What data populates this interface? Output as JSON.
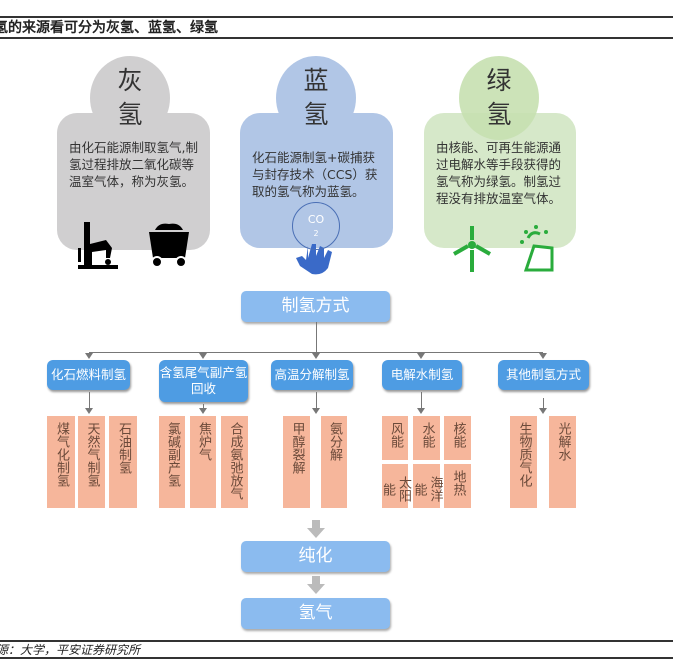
{
  "title": "氢的来源看可分为灰氢、蓝氢、绿氢",
  "hydrogen_types": [
    {
      "name": "灰氢",
      "name_top": "灰",
      "name_bottom": "氢",
      "desc": "由化石能源制取氢气,制氢过程排放二氧化碳等温室气体，称为灰氢。",
      "color": "#d0cfd0"
    },
    {
      "name": "蓝氢",
      "name_top": "蓝",
      "name_bottom": "氢",
      "desc": "化石能源制氢+碳捕获与封存技术（CCS）获取的氢气称为蓝氢。",
      "co2_label": "CO",
      "co2_sub": "2",
      "color": "#b1c6e6"
    },
    {
      "name": "绿氢",
      "name_top": "绿",
      "name_bottom": "氢",
      "desc": "由核能、可再生能源通过电解水等手段获得的氢气称为绿氢。制氢过程没有排放温室气体。",
      "color": "#d6e8c9"
    }
  ],
  "flow": {
    "root": "制氢方式",
    "categories": [
      {
        "label": "化石燃料制氢",
        "items": [
          "煤气化制氢",
          "天然气制氢",
          "石油制氢"
        ]
      },
      {
        "label": "含氢尾气副产氢回收",
        "items": [
          "氯碱副产氢",
          "焦炉气",
          "合成氨弛放气"
        ]
      },
      {
        "label": "高温分解制氢",
        "items": [
          "甲醇裂解",
          "氨分解"
        ]
      },
      {
        "label": "电解水制氢",
        "items": [
          "风能",
          "水能",
          "核能",
          "太阳能",
          "海洋能",
          "地热"
        ]
      },
      {
        "label": "其他制氢方式",
        "items": [
          "生物质气化",
          "光解水"
        ]
      }
    ],
    "purify": "纯化",
    "product": "氢气"
  },
  "footer": "源：大学，平安证券研究所"
}
